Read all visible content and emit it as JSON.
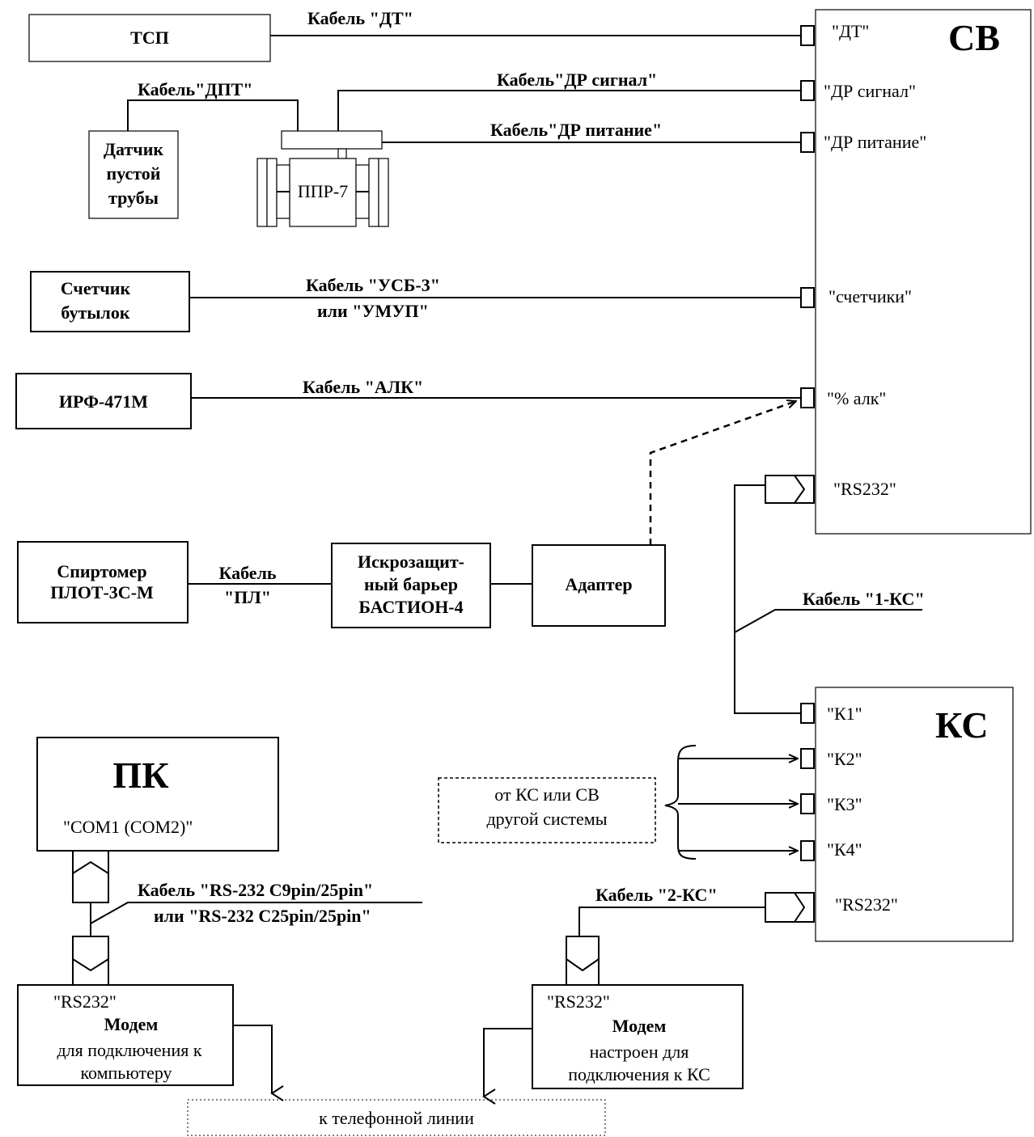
{
  "sv": {
    "title": "СВ",
    "ports": {
      "dt": "\"ДТ\"",
      "dr_signal": "\"ДР сигнал\"",
      "dr_power": "\"ДР питание\"",
      "counters": "\"счетчики\"",
      "alk": "\"% алк\"",
      "rs232": "\"RS232\""
    }
  },
  "ks": {
    "title": "КС",
    "ports": {
      "k1": "\"К1\"",
      "k2": "\"К2\"",
      "k3": "\"К3\"",
      "k4": "\"К4\"",
      "rs232": "\"RS232\""
    }
  },
  "devices": {
    "tsp": "ТСП",
    "empty_pipe_sensor": [
      "Датчик",
      "пустой",
      "трубы"
    ],
    "ppr7": "ППР-7",
    "bottle_counter": [
      "Счетчик",
      "бутылок"
    ],
    "irf": "ИРФ-471М",
    "spirtomer": [
      "Спиртомер",
      "ПЛОТ-3С-М"
    ],
    "barrier": [
      "Искрозащит-",
      "ный барьер",
      "БАСТИОН-4"
    ],
    "adapter": "Адаптер"
  },
  "cables": {
    "dt": "Кабель \"ДТ\"",
    "dpt": "Кабель\"ДПТ\"",
    "dr_signal": "Кабель\"ДР сигнал\"",
    "dr_power": "Кабель\"ДР питание\"",
    "usb3": "Кабель \"УСБ-3\"",
    "umup": "или \"УМУП\"",
    "alk": "Кабель \"АЛК\"",
    "pl": [
      "Кабель",
      "\"ПЛ\""
    ],
    "ks1": "Кабель \"1-КС\"",
    "rs232_a": "Кабель \"RS-232 C9pin/25pin\"",
    "rs232_b": "или \"RS-232 C25pin/25pin\"",
    "ks2": "Кабель \"2-КС\""
  },
  "pc": {
    "title": "ПК",
    "com": "\"COM1 (COM2)\""
  },
  "other_system": [
    "от КС или СВ",
    "другой системы"
  ],
  "modem_pc": {
    "port": "\"RS232\"",
    "title": "Модем",
    "desc": [
      "для подключения к",
      "компьютеру"
    ]
  },
  "modem_ks": {
    "port": "\"RS232\"",
    "title": "Модем",
    "desc": [
      "настроен для",
      "подключения к КС"
    ]
  },
  "phone_line": "к телефонной линии"
}
